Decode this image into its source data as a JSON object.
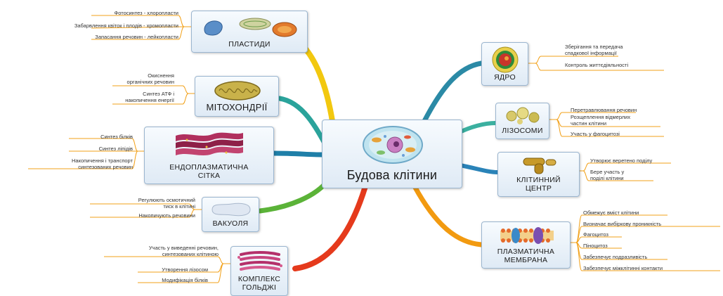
{
  "center": {
    "title": "Будова клітини"
  },
  "branches": {
    "plastids": {
      "title": "ПЛАСТИДИ",
      "items": [
        "Фотосинтез - хлоропласти",
        "Забарвлення квіток і плодів - хромопласти",
        "Запасання речовин - лейкопласти"
      ]
    },
    "mitochondria": {
      "title": "МІТОХОНДРІЇ",
      "items": [
        "Окиснення\nорганічних речовин",
        "Синтез АТФ і\nнакопичення енергії"
      ]
    },
    "er": {
      "title": "ЕНДОПЛАЗМАТИЧНА\nСІТКА",
      "items": [
        "Синтез білків",
        "Синтез ліпідів",
        "Накопичення і транспорт\nсинтезованих речовин"
      ]
    },
    "vacuole": {
      "title": "ВАКУОЛЯ",
      "items": [
        "Регулюють осмотичний\nтиск в клітині",
        "Накопичують речовини"
      ]
    },
    "golgi": {
      "title": "КОМПЛЕКС\nГОЛЬДЖІ",
      "items": [
        "Участь у виведенні речовин,\nсинтезованих клітиною",
        "Утворення лізосом",
        "Модифікація білків"
      ]
    },
    "nucleus": {
      "title": "ЯДРО",
      "items": [
        "Зберігання та передача\nспадкової інформації",
        "Контроль життєдіяльності"
      ]
    },
    "lysosomes": {
      "title": "ЛІЗОСОМИ",
      "items": [
        "Перетравлювання речовин",
        "Розщеплення відмерлих\nчастин клітини",
        "Участь у фагоцитозі"
      ]
    },
    "centrosome": {
      "title": "КЛІТИННИЙ\nЦЕНТР",
      "items": [
        "Утворює веретено поділу",
        "Бере участь у\nподілі клітини"
      ]
    },
    "membrane": {
      "title": "ПЛАЗМАТИЧНА\nМЕМБРАНА",
      "items": [
        "Обмежує вміст клітини",
        "Визначає вибіркову проникність",
        "Фагоцитоз",
        "Піноцитоз",
        "Забезпечує подразливість",
        "Забезпечує міжклітинні контакти"
      ]
    }
  },
  "colors": {
    "plastids": "#f2c80f",
    "mitochondria": "#2aa39b",
    "er": "#1f7fa8",
    "vacuole": "#5bb338",
    "golgi": "#e53a1c",
    "nucleus": "#2b8aa6",
    "lysosomes": "#3bb0a0",
    "centrosome": "#2a83b8",
    "membrane": "#f29a10",
    "leaf_bracket_left": "#f2a11a",
    "leaf_bracket_right": "#f2a11a"
  }
}
